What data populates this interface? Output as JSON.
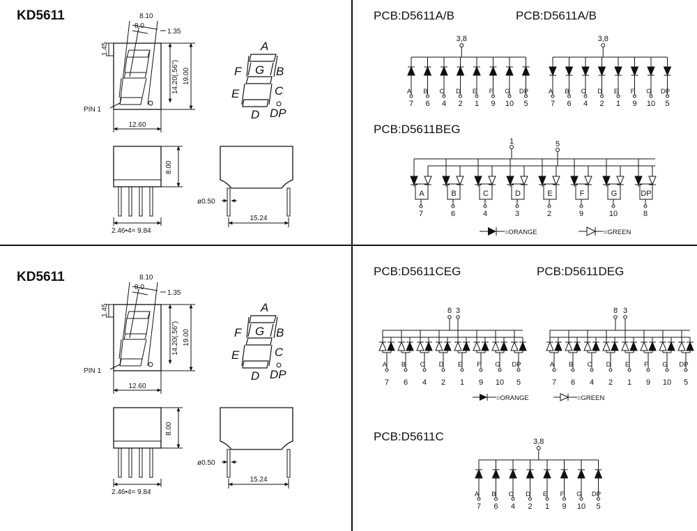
{
  "dividers": {
    "color": "#111111"
  },
  "panel_top_left": {
    "title": "KD5611",
    "dims": {
      "d810": "8.10",
      "d80": "8.0",
      "d135": "1.35",
      "d145": "1.45",
      "d1420": "14.20(.56\")",
      "d1900": "19.00",
      "d1260": "12.60",
      "d800": "8.00",
      "d050": "ø0.50",
      "d1524": "15.24",
      "pitch": "2.46•4= 9.84",
      "pin1": "PIN 1"
    },
    "segments": [
      "A",
      "B",
      "C",
      "D",
      "E",
      "F",
      "G",
      "DP"
    ]
  },
  "panel_bottom_left": {
    "title": "KD5611",
    "dims": {
      "d810": "8.10",
      "d80": "8.0",
      "d135": "1.35",
      "d145": "1.45",
      "d1420": "14.20(.56\")",
      "d1900": "19.00",
      "d1260": "12.60",
      "d800": "8.00",
      "d050": "ø0.50",
      "d1524": "15.24",
      "pitch": "2.46•4= 9.84",
      "pin1": "PIN 1"
    },
    "segments": [
      "A",
      "B",
      "C",
      "D",
      "E",
      "F",
      "G",
      "DP"
    ]
  },
  "panel_top_right": {
    "circuit_a": {
      "title": "PCB:D5611A/B",
      "common": "3,8",
      "segs": [
        "A",
        "B",
        "C",
        "D",
        "E",
        "F",
        "G",
        "DP"
      ],
      "pins": [
        "7",
        "6",
        "4",
        "2",
        "1",
        "9",
        "10",
        "5"
      ]
    },
    "circuit_b": {
      "title": "PCB:D5611A/B",
      "common": "3,8",
      "segs": [
        "A",
        "B",
        "C",
        "D",
        "E",
        "F",
        "G",
        "DP"
      ],
      "pins": [
        "7",
        "6",
        "4",
        "2",
        "1",
        "9",
        "10",
        "5"
      ]
    },
    "circuit_beg": {
      "title": "PCB:D5611BEG",
      "common_1": "1",
      "common_2": "5",
      "segs": [
        "A",
        "B",
        "C",
        "D",
        "E",
        "F",
        "G",
        "DP"
      ],
      "pins": [
        "7",
        "6",
        "4",
        "3",
        "2",
        "9",
        "10",
        "8"
      ]
    },
    "legend": {
      "orange": "=ORANGE",
      "green": "=GREEN",
      "orange_color": "#000000",
      "green_color": "#ffffff"
    }
  },
  "panel_bottom_right": {
    "circuit_ceg": {
      "title": "PCB:D5611CEG",
      "common_1": "8",
      "common_2": "3",
      "segs": [
        "A",
        "B",
        "C",
        "D",
        "E",
        "F",
        "G",
        "DP"
      ],
      "pins": [
        "7",
        "6",
        "4",
        "2",
        "1",
        "9",
        "10",
        "5"
      ]
    },
    "circuit_deg": {
      "title": "PCB:D5611DEG",
      "common_1": "8",
      "common_2": "3",
      "segs": [
        "A",
        "B",
        "C",
        "D",
        "E",
        "F",
        "G",
        "DP"
      ],
      "pins": [
        "7",
        "6",
        "4",
        "2",
        "1",
        "9",
        "10",
        "5"
      ]
    },
    "legend": {
      "orange": "=ORANGE",
      "green": "=GREEN"
    },
    "circuit_c": {
      "title": "PCB:D5611C",
      "common": "3,8",
      "segs": [
        "A",
        "B",
        "C",
        "D",
        "E",
        "F",
        "G",
        "DP"
      ],
      "pins": [
        "7",
        "6",
        "4",
        "2",
        "1",
        "9",
        "10",
        "5"
      ]
    }
  }
}
